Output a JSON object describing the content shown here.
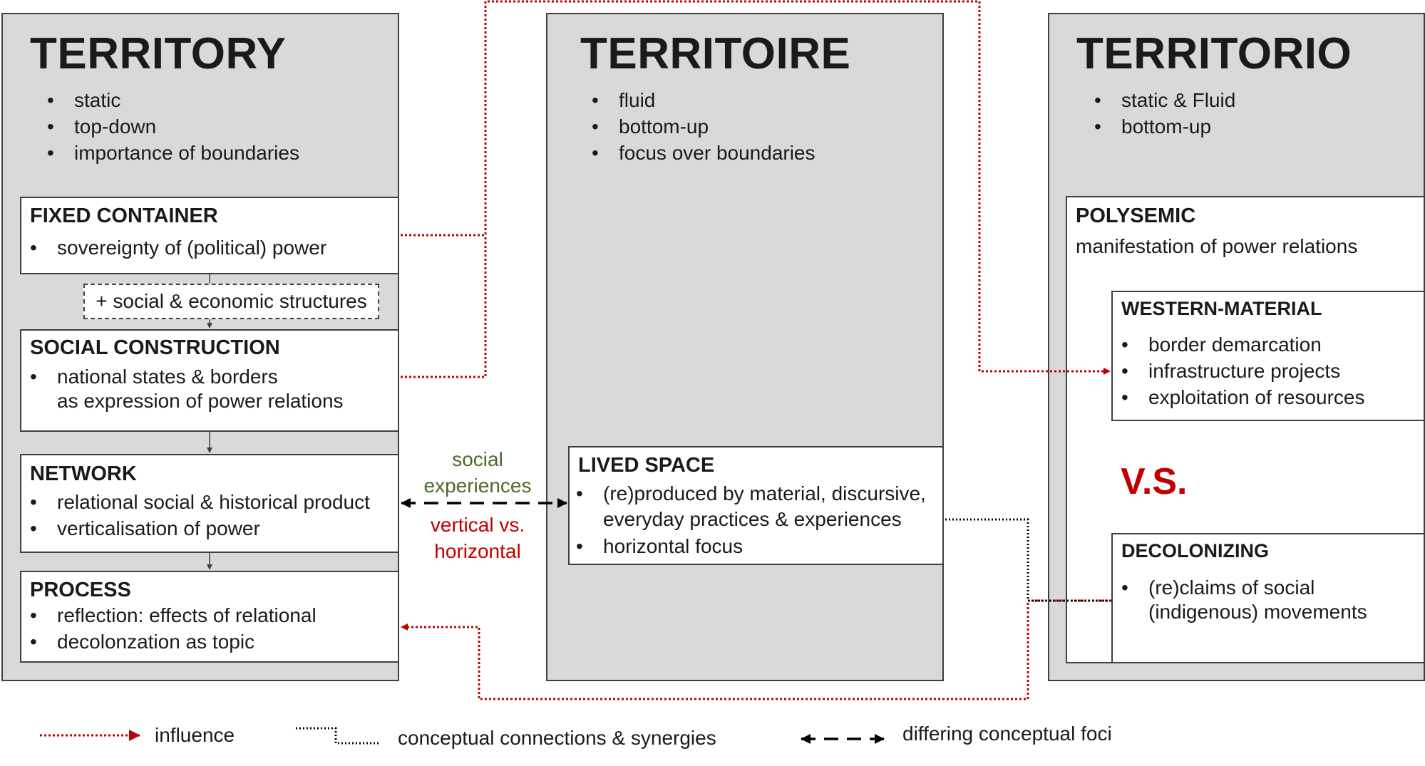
{
  "panels": {
    "territory": {
      "title": "TERRITORY",
      "bullets": [
        "static",
        "top-down",
        "importance of boundaries"
      ],
      "fixed_container": {
        "heading": "FIXED CONTAINER",
        "bullets": [
          "sovereignty of (political) power"
        ]
      },
      "connector": "+ social & economic structures",
      "social_construction": {
        "heading": "SOCIAL CONSTRUCTION",
        "bullets": [
          "national states & borders"
        ],
        "continuation": "as expression of power relations"
      },
      "network": {
        "heading": "NETWORK",
        "bullets": [
          "relational social & historical product",
          "verticalisation of power"
        ]
      },
      "process": {
        "heading": "PROCESS",
        "bullets": [
          "reflection: effects of relational",
          "decolonzation as topic"
        ]
      }
    },
    "territoire": {
      "title": "TERRITOIRE",
      "bullets": [
        "fluid",
        "bottom-up",
        "focus over boundaries"
      ],
      "lived_space": {
        "heading": "LIVED SPACE",
        "bullets": [
          "(re)produced by material, discursive,",
          "horizontal focus"
        ],
        "continuation": "everyday practices & experiences"
      }
    },
    "territorio": {
      "title": "TERRITORIO",
      "bullets": [
        "static & Fluid",
        "bottom-up"
      ],
      "polysemic": {
        "heading": "POLYSEMIC",
        "text": "manifestation of power relations"
      },
      "western_material": {
        "heading": "WESTERN-MATERIAL",
        "bullets": [
          "border demarcation",
          "infrastructure projects",
          "exploitation of resources"
        ]
      },
      "vs": "V.S.",
      "decolonizing": {
        "heading": "DECOLONIZING",
        "bullets": [
          "(re)claims of social"
        ],
        "continuation": "(indigenous) movements"
      }
    }
  },
  "middle_labels": {
    "social_1": "social",
    "social_2": "experiences",
    "vertical_1": "vertical vs.",
    "vertical_2": "horizontal"
  },
  "legend": {
    "influence": "influence",
    "connections": "conceptual connections & synergies",
    "differing": "differing conceptual foci"
  },
  "colors": {
    "influence_red": "#c00000",
    "social_green": "#4a6a2a",
    "panel_gray": "#d9d9d9"
  }
}
